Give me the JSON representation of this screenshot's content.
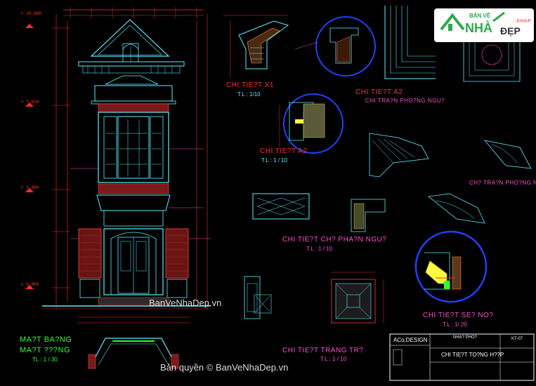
{
  "elevation": {
    "title_line1": "MA?T BA?NG",
    "title_line2": "MA?T ???NG",
    "scale": "TL : 1 / 30",
    "level_top": "+ 10.800",
    "level_mid1": "+ 7.650",
    "level_mid2": "+ 3.900",
    "level_zero": "± 0.000"
  },
  "details": {
    "x1_title": "CHI TIE?T X1",
    "x1_scale": "T.L : 1/10",
    "a2_title": "CHI TIE?T A2",
    "a2_sub": "CHI TRA?N PHO?NG NGU?",
    "a2b_title": "CHI TIE?T A2",
    "a2b_scale": "T.L : 1 / 10",
    "khap_label": "...KHAP",
    "ceiling_title": "CHI TIE?T CH? PHA?N NGU?",
    "ceiling_scale": "T.L : 1 / 10",
    "ceiling_right": "CH? TRA?N PHO?NG NGU?",
    "seno_title": "CHI TIE?T SE? NO?",
    "seno_scale": "T.L : 1/ 20",
    "trang_tri_title": "CHI TIE?T TRANG TR?",
    "trang_tri_scale": "T.L : 1 / 10"
  },
  "title_block": {
    "company": "ACo.DESIGN",
    "project": "NHA? PHO?",
    "sheet_title": "CHI TIE?T TO?NG H??P",
    "sheet_no": "KT-07"
  },
  "watermark": {
    "brand_line1": "BẢN VẼ",
    "brand_nha": "NHÀ",
    "brand_dep": "ĐẸP",
    "mid_text": "BanVeNhaDep.vn",
    "bottom_text": "Bản quyền © BanVeNhaDep.vn"
  },
  "colors": {
    "background": "#000000",
    "cyan": "#5af0ff",
    "red": "#ff2a2a",
    "green": "#2fff2f",
    "blue": "#2040ff",
    "pink": "#ff4fd0",
    "yellow": "#ffff40"
  }
}
